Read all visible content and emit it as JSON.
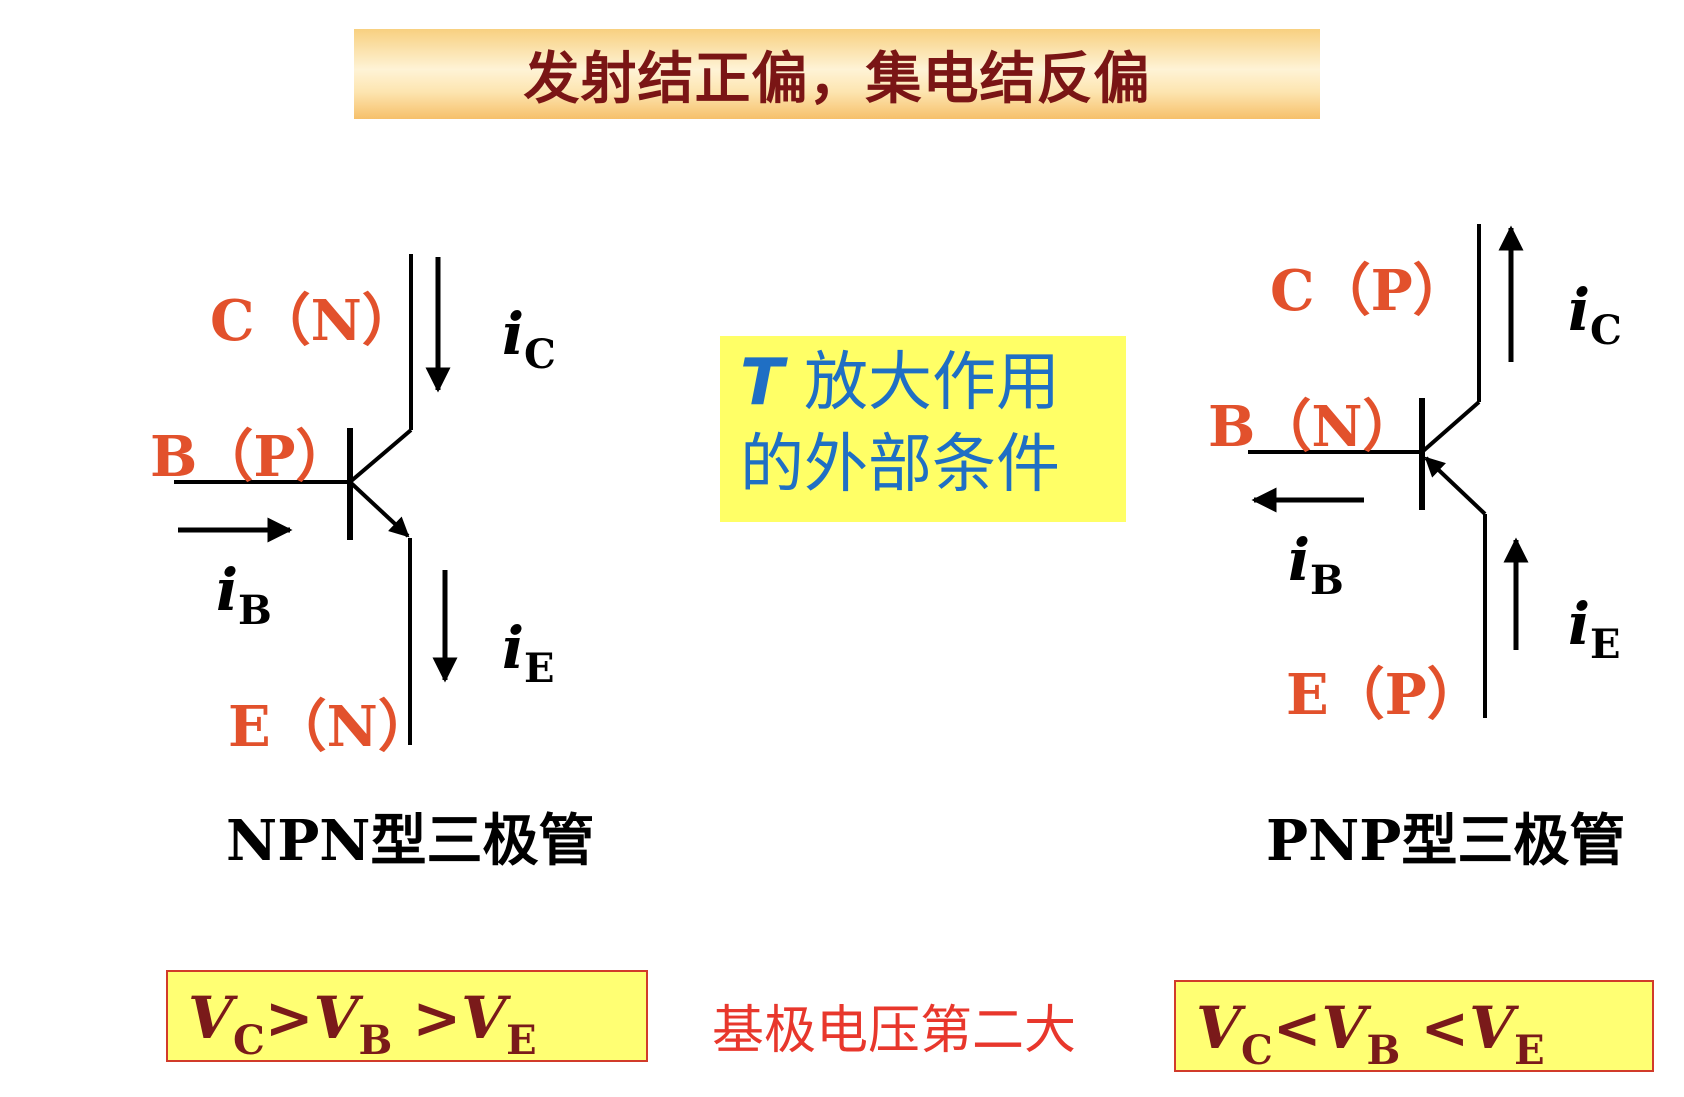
{
  "title": "发射结正偏，集电结反偏",
  "center_box": {
    "symbol": "T",
    "line1": "放大作用",
    "line2": "的外部条件"
  },
  "npn": {
    "collector_label": "C（N）",
    "base_label": "B（P）",
    "emitter_label": "E（N）",
    "ic_main": "i",
    "ic_sub": "C",
    "ib_main": "i",
    "ib_sub": "B",
    "ie_main": "i",
    "ie_sub": "E",
    "type_label": "NPN型三极管"
  },
  "pnp": {
    "collector_label": "C（P）",
    "base_label": "B（N）",
    "emitter_label": "E（P）",
    "ic_main": "i",
    "ic_sub": "C",
    "ib_main": "i",
    "ib_sub": "B",
    "ie_main": "i",
    "ie_sub": "E",
    "type_label": "PNP型三极管"
  },
  "npn_condition": {
    "v1": "V",
    "s1": "C",
    "op1": ">",
    "v2": "V",
    "s2": "B",
    "op2": " >",
    "v3": "V",
    "s3": "E"
  },
  "pnp_condition": {
    "v1": "V",
    "s1": "C",
    "op1": "<",
    "v2": "V",
    "s2": "B",
    "op2": " <",
    "v3": "V",
    "s3": "E"
  },
  "note": "基极电压第二大",
  "colors": {
    "title_text": "#7a1515",
    "terminal_label": "#e2512c",
    "center_text": "#1f6fc4",
    "highlight_yellow": "#ffff66",
    "note_red": "#e8372c"
  }
}
